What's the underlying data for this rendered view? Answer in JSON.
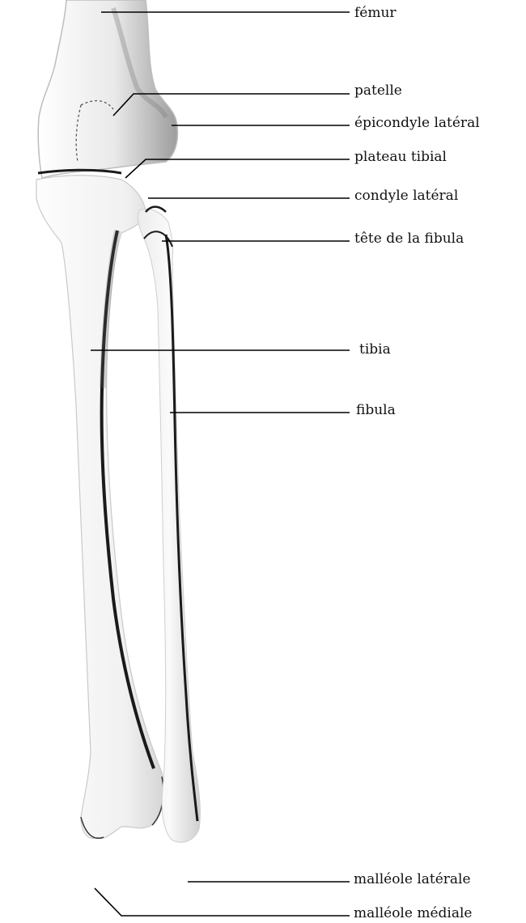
{
  "labels": {
    "femur": "fémur",
    "patelle": "patelle",
    "epicondyle": "épicondyle latéral",
    "plateau": "plateau tibial",
    "condyle": "condyle latéral",
    "tete_fibula": "tête de la fibula",
    "tibia": "tibia",
    "fibula": "fibula",
    "malleole_laterale": "malléole latérale",
    "malleole_mediale": "malléole médiale"
  },
  "colors": {
    "bone_fill": "#f7f7f5",
    "bone_shade": "#cfcfcf",
    "outline": "#1a1a1a",
    "leader": "#000000"
  }
}
